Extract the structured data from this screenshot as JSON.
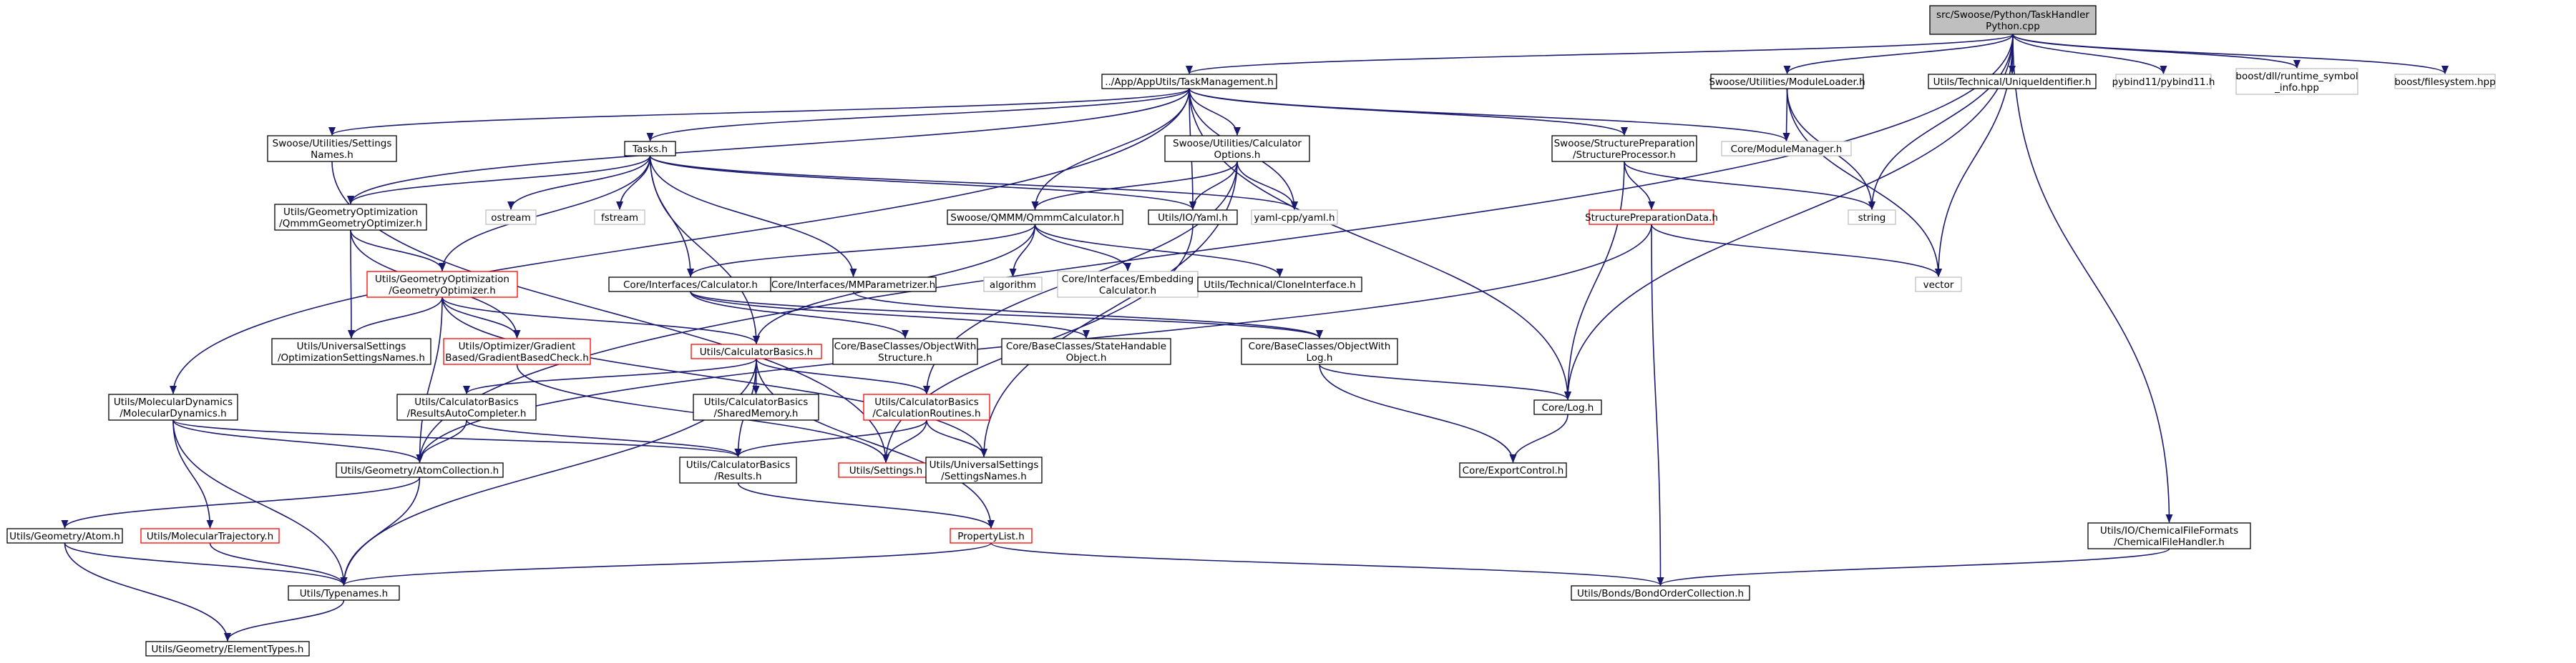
{
  "colors": {
    "edge": "#191970",
    "border_default": "#000000",
    "border_incomplete": "#ff0000",
    "border_system": "#bfbfbf",
    "fill_root": "#bfbfbf",
    "fill_default": "#ffffff"
  },
  "nodes": {
    "root": {
      "lines": [
        "src/Swoose/Python/TaskHandler",
        "Python.cpp"
      ],
      "kind": "root"
    },
    "taskmgmt": {
      "lines": [
        "../App/AppUtils/TaskManagement.h"
      ],
      "kind": "normal"
    },
    "moduleloader": {
      "lines": [
        "Swoose/Utilities/ModuleLoader.h"
      ],
      "kind": "normal"
    },
    "uniqueid": {
      "lines": [
        "Utils/Technical/UniqueIdentifier.h"
      ],
      "kind": "normal"
    },
    "pybind": {
      "lines": [
        "pybind11/pybind11.h"
      ],
      "kind": "system"
    },
    "boostdll": {
      "lines": [
        "boost/dll/runtime_symbol",
        "_info.hpp"
      ],
      "kind": "system"
    },
    "boostfs": {
      "lines": [
        "boost/filesystem.hpp"
      ],
      "kind": "system"
    },
    "settingsnames": {
      "lines": [
        "Swoose/Utilities/Settings",
        "Names.h"
      ],
      "kind": "normal"
    },
    "tasks": {
      "lines": [
        "Tasks.h"
      ],
      "kind": "normal"
    },
    "calcoptions": {
      "lines": [
        "Swoose/Utilities/Calculator",
        "Options.h"
      ],
      "kind": "normal"
    },
    "structproc": {
      "lines": [
        "Swoose/StructurePreparation",
        "/StructureProcessor.h"
      ],
      "kind": "normal"
    },
    "modulemanager": {
      "lines": [
        "Core/ModuleManager.h"
      ],
      "kind": "system"
    },
    "qmmmgeo": {
      "lines": [
        "Utils/GeometryOptimization",
        "/QmmmGeometryOptimizer.h"
      ],
      "kind": "normal"
    },
    "ostream": {
      "lines": [
        "ostream"
      ],
      "kind": "system"
    },
    "fstream": {
      "lines": [
        "fstream"
      ],
      "kind": "system"
    },
    "yamlh": {
      "lines": [
        "Utils/IO/Yaml.h"
      ],
      "kind": "normal"
    },
    "yamlcpp": {
      "lines": [
        "yaml-cpp/yaml.h"
      ],
      "kind": "system"
    },
    "qmmmcalc": {
      "lines": [
        "Swoose/QMMM/QmmmCalculator.h"
      ],
      "kind": "normal"
    },
    "string": {
      "lines": [
        "string"
      ],
      "kind": "system"
    },
    "structprepdata": {
      "lines": [
        "StructurePreparationData.h"
      ],
      "kind": "incomplete"
    },
    "vector": {
      "lines": [
        "vector"
      ],
      "kind": "system"
    },
    "geoopt": {
      "lines": [
        "Utils/GeometryOptimization",
        "/GeometryOptimizer.h"
      ],
      "kind": "incomplete"
    },
    "calculator": {
      "lines": [
        "Core/Interfaces/Calculator.h"
      ],
      "kind": "normal"
    },
    "mmparam": {
      "lines": [
        "Core/Interfaces/MMParametrizer.h"
      ],
      "kind": "normal"
    },
    "algorithm": {
      "lines": [
        "algorithm"
      ],
      "kind": "system"
    },
    "embedding": {
      "lines": [
        "Core/Interfaces/Embedding",
        "Calculator.h"
      ],
      "kind": "system"
    },
    "clone": {
      "lines": [
        "Utils/Technical/CloneInterface.h"
      ],
      "kind": "normal"
    },
    "optsettings": {
      "lines": [
        "Utils/UniversalSettings",
        "/OptimizationSettingsNames.h"
      ],
      "kind": "normal"
    },
    "gradcheck": {
      "lines": [
        "Utils/Optimizer/Gradient",
        "Based/GradientBasedCheck.h"
      ],
      "kind": "incomplete"
    },
    "calcbasics": {
      "lines": [
        "Utils/CalculatorBasics.h"
      ],
      "kind": "incomplete"
    },
    "objstruct": {
      "lines": [
        "Core/BaseClasses/ObjectWith",
        "Structure.h"
      ],
      "kind": "normal"
    },
    "statehandle": {
      "lines": [
        "Core/BaseClasses/StateHandable",
        "Object.h"
      ],
      "kind": "normal"
    },
    "objlog": {
      "lines": [
        "Core/BaseClasses/ObjectWith",
        "Log.h"
      ],
      "kind": "normal"
    },
    "moldyn": {
      "lines": [
        "Utils/MolecularDynamics",
        "/MolecularDynamics.h"
      ],
      "kind": "normal"
    },
    "resauto": {
      "lines": [
        "Utils/CalculatorBasics",
        "/ResultsAutoCompleter.h"
      ],
      "kind": "normal"
    },
    "sharedmem": {
      "lines": [
        "Utils/CalculatorBasics",
        "/SharedMemory.h"
      ],
      "kind": "normal"
    },
    "calcroutines": {
      "lines": [
        "Utils/CalculatorBasics",
        "/CalculationRoutines.h"
      ],
      "kind": "incomplete"
    },
    "corelog": {
      "lines": [
        "Core/Log.h"
      ],
      "kind": "normal"
    },
    "atomcoll": {
      "lines": [
        "Utils/Geometry/AtomCollection.h"
      ],
      "kind": "normal"
    },
    "results": {
      "lines": [
        "Utils/CalculatorBasics",
        "/Results.h"
      ],
      "kind": "normal"
    },
    "settings": {
      "lines": [
        "Utils/Settings.h"
      ],
      "kind": "incomplete"
    },
    "uniset": {
      "lines": [
        "Utils/UniversalSettings",
        "/SettingsNames.h"
      ],
      "kind": "normal"
    },
    "exportctl": {
      "lines": [
        "Core/ExportControl.h"
      ],
      "kind": "normal"
    },
    "atom": {
      "lines": [
        "Utils/Geometry/Atom.h"
      ],
      "kind": "normal"
    },
    "moltraj": {
      "lines": [
        "Utils/MolecularTrajectory.h"
      ],
      "kind": "incomplete"
    },
    "proplist": {
      "lines": [
        "PropertyList.h"
      ],
      "kind": "incomplete"
    },
    "chemfile": {
      "lines": [
        "Utils/IO/ChemicalFileFormats",
        "/ChemicalFileHandler.h"
      ],
      "kind": "normal"
    },
    "typenames": {
      "lines": [
        "Utils/Typenames.h"
      ],
      "kind": "normal"
    },
    "bondorder": {
      "lines": [
        "Utils/Bonds/BondOrderCollection.h"
      ],
      "kind": "normal"
    },
    "elemtypes": {
      "lines": [
        "Utils/Geometry/ElementTypes.h"
      ],
      "kind": "normal"
    }
  }
}
